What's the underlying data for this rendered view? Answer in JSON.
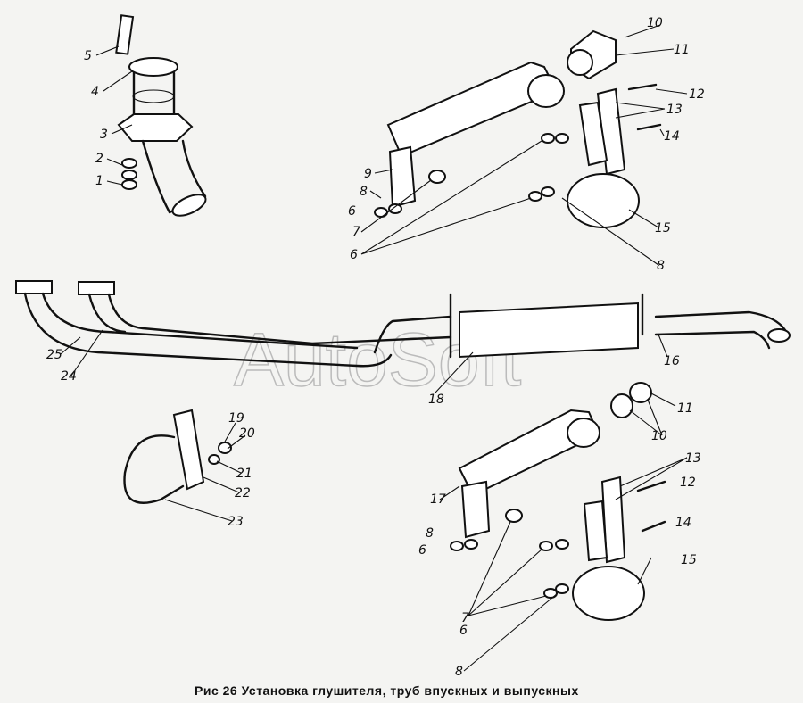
{
  "caption": "Рис 26 Установка глушителя, труб впускных и выпускных",
  "watermark": "AutoSoft",
  "labels": {
    "l5": "5",
    "l4": "4",
    "l3": "3",
    "l2": "2",
    "l1": "1",
    "l10a": "10",
    "l11a": "11",
    "l12a": "12",
    "l13a": "13",
    "l14a": "14",
    "l9": "9",
    "l8a": "8",
    "l6a": "6",
    "l7a": "7",
    "l6b": "6",
    "l15a": "15",
    "l8b": "8",
    "l25": "25",
    "l24": "24",
    "l16": "16",
    "l18": "18",
    "l19": "19",
    "l20": "20",
    "l21": "21",
    "l22": "22",
    "l23": "23",
    "l11b": "11",
    "l10b": "10",
    "l13b": "13",
    "l12b": "12",
    "l17": "17",
    "l8c": "8",
    "l6c": "6",
    "l14b": "14",
    "l15b": "15",
    "l7b": "7",
    "l6d": "6",
    "l8d": "8"
  }
}
